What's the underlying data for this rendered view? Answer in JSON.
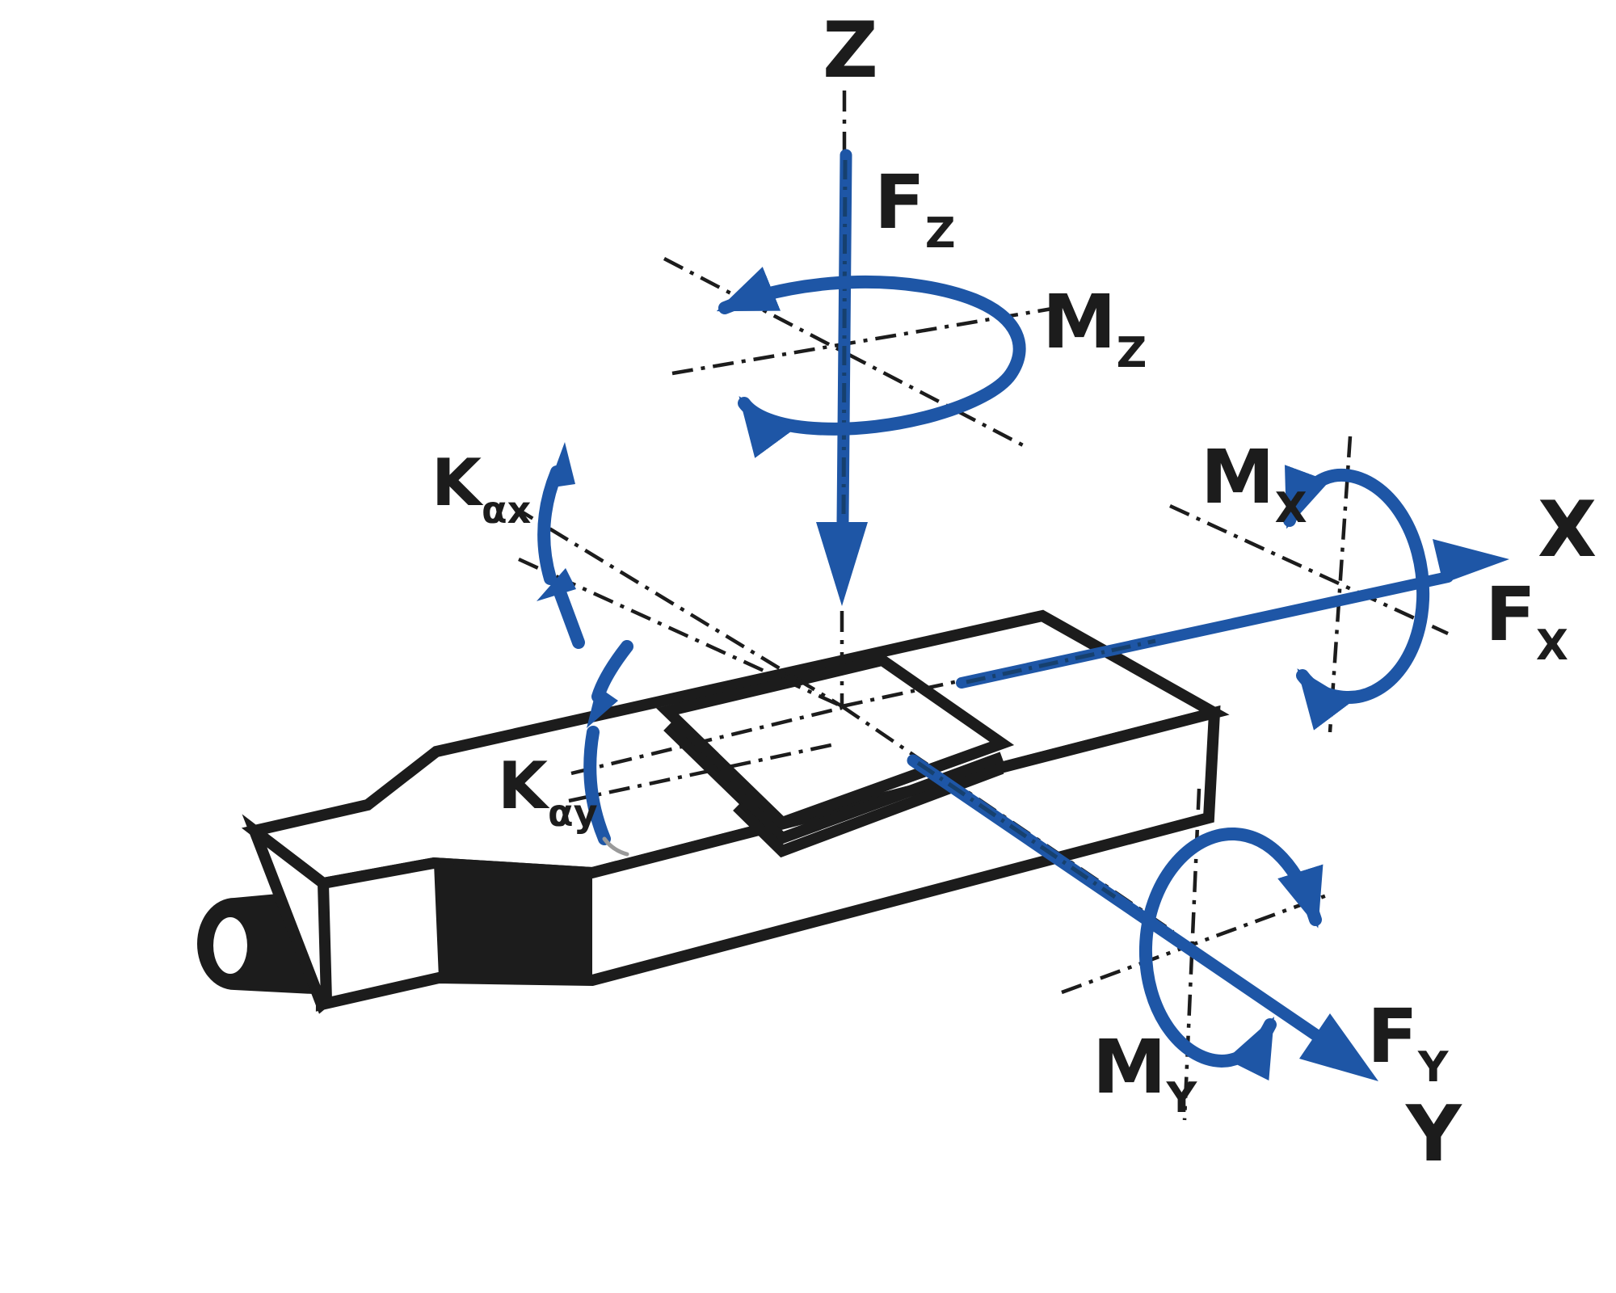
{
  "diagram": {
    "description": "Isometric line diagram of a force-torque sensor (dynamometer) body with a top measuring plate, showing coordinate axes, force and moment vectors and angular stiffness arrows",
    "colors": {
      "background": "#ffffff",
      "ink": "#1c1c1c",
      "accent_blue": "#1e56a6",
      "fade_gray": "#9a9a9a"
    },
    "line_style": "dash-dot centerlines",
    "labels": {
      "axis_z": "Z",
      "axis_x": "X",
      "axis_y": "Y",
      "force_z": {
        "base": "F",
        "sub": "Z"
      },
      "moment_z": {
        "base": "M",
        "sub": "Z"
      },
      "moment_x": {
        "base": "M",
        "sub": "X"
      },
      "force_x": {
        "base": "F",
        "sub": "X"
      },
      "moment_y": {
        "base": "M",
        "sub": "Y"
      },
      "force_y": {
        "base": "F",
        "sub": "Y"
      },
      "stiffness_alpha_x": {
        "base": "K",
        "sub": "αx"
      },
      "stiffness_alpha_y": {
        "base": "K",
        "sub": "αy"
      }
    }
  }
}
